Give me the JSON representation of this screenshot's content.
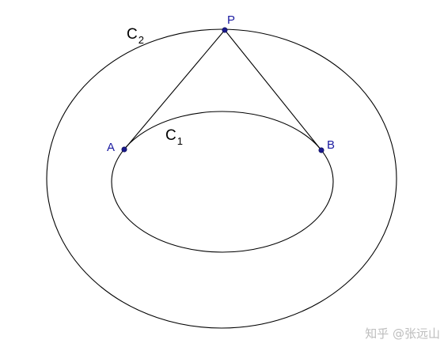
{
  "figure": {
    "curves": {
      "outer_label": {
        "base": "C",
        "sub": "2"
      },
      "inner_label": {
        "base": "C",
        "sub": "1"
      }
    },
    "points": {
      "P": "P",
      "A": "A",
      "B": "B"
    },
    "colors": {
      "point_fill": "#1a1a8c",
      "point_label": "#1a1aa0",
      "stroke": "#000000"
    }
  },
  "watermark": "知乎 @张远山"
}
